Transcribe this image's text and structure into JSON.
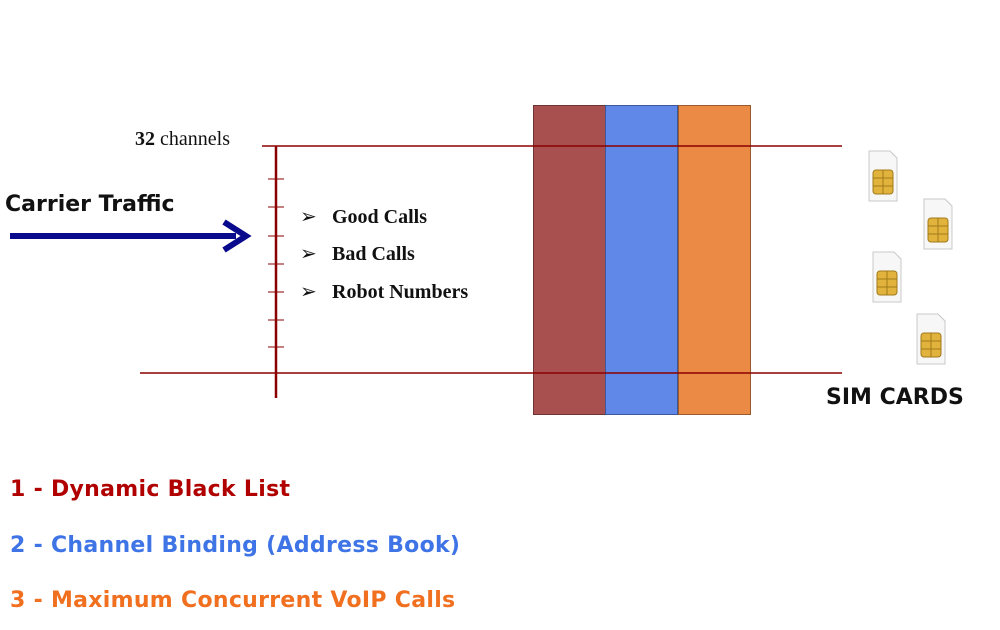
{
  "diagram": {
    "channels": {
      "count": "32",
      "unit": "channels"
    },
    "carrier_label": "Carrier Traffic",
    "bullet_glyph": "➢",
    "call_types": [
      {
        "label": "Good Calls"
      },
      {
        "label": "Bad Calls"
      },
      {
        "label": "Robot Numbers"
      }
    ],
    "sim_label": "SIM CARDS",
    "colors": {
      "line": "#8b0000",
      "arrow": "#0a0a8c",
      "band_1": "#a8504f",
      "band_2": "#6088e8",
      "band_3": "#eb8a45",
      "chip": "#e2b33c"
    }
  },
  "legend": [
    {
      "text": "1 - Dynamic Black List",
      "color": "#b00000"
    },
    {
      "text": "2 - Channel Binding (Address Book)",
      "color": "#3f74e6"
    },
    {
      "text": "3 - Maximum Concurrent VoIP Calls",
      "color": "#f07020"
    }
  ]
}
